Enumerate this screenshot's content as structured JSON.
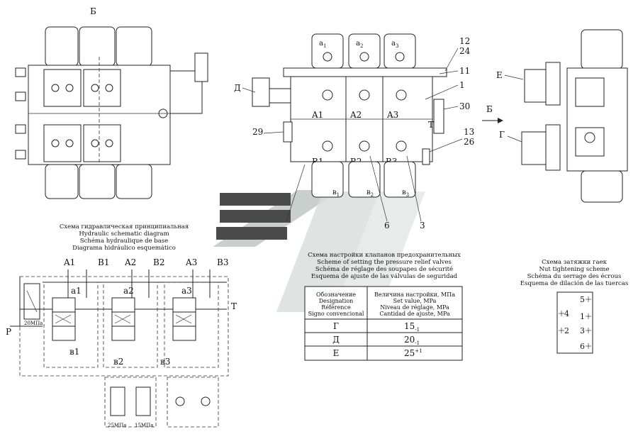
{
  "views": {
    "side_left": {
      "label": "Б"
    },
    "side_right": {
      "labels": {
        "e": "Е",
        "g": "Г"
      }
    },
    "arrow": {
      "label": "Б"
    }
  },
  "front_view": {
    "top_ports": [
      "а",
      "а",
      "а"
    ],
    "top_port_subs": [
      "1",
      "2",
      "3"
    ],
    "bottom_ports": [
      "в",
      "в",
      "в"
    ],
    "bottom_port_subs": [
      "1",
      "2",
      "3"
    ],
    "port_labels_a": [
      "A1",
      "A2",
      "A3"
    ],
    "port_labels_b": [
      "B1",
      "B2",
      "B3"
    ],
    "letter_d": "Д",
    "letter_t": "T",
    "callouts": [
      "12",
      "24",
      "11",
      "1",
      "30",
      "13",
      "26",
      "29",
      "6",
      "3"
    ]
  },
  "hydraulic_scheme": {
    "caption": [
      "Схема гидравлическая принципиальная",
      "Hydraulic schematic diagram",
      "Schéma hydraulique de base",
      "Diagrama hidráulico esquemático"
    ],
    "port_labels": [
      "A1",
      "B1",
      "A2",
      "B2",
      "A3",
      "B3"
    ],
    "label_p": "P",
    "label_t": "T",
    "relief_main": "20МПа",
    "section_top": [
      "а1",
      "а2",
      "а3"
    ],
    "section_bottom": [
      "в1",
      "в2",
      "в3"
    ],
    "relief_bottom": [
      "25МПа",
      "15МПа"
    ]
  },
  "relief_table": {
    "caption": [
      "Схема настройки клапанов предохранительных",
      "Scheme of setting the pressure relief valves",
      "Schéma de réglage des soupapes de sécurité",
      "Esquema de ajuste de las válvulas de seguridad"
    ],
    "header_left": [
      "Обозначение",
      "Designation",
      "Référence",
      "Signo convencional"
    ],
    "header_right": [
      "Величина настройки, МПа",
      "Set value, MPa",
      "Niveau de réglage, MPa",
      "Cantidad de ajuste, MPa"
    ],
    "rows": [
      {
        "sign": "Г",
        "value": "15",
        "tol": "-1"
      },
      {
        "sign": "Д",
        "value": "20",
        "tol": "-1"
      },
      {
        "sign": "Е",
        "value": "25",
        "tol": "+1"
      }
    ]
  },
  "nut_scheme": {
    "caption": [
      "Схема затяжки гаек",
      "Nut tightening scheme",
      "Schéma du serrage des écrous",
      "Esquema de dilación de las tuercas"
    ],
    "numbers": [
      "5",
      "4",
      "1",
      "2",
      "3",
      "6"
    ]
  }
}
